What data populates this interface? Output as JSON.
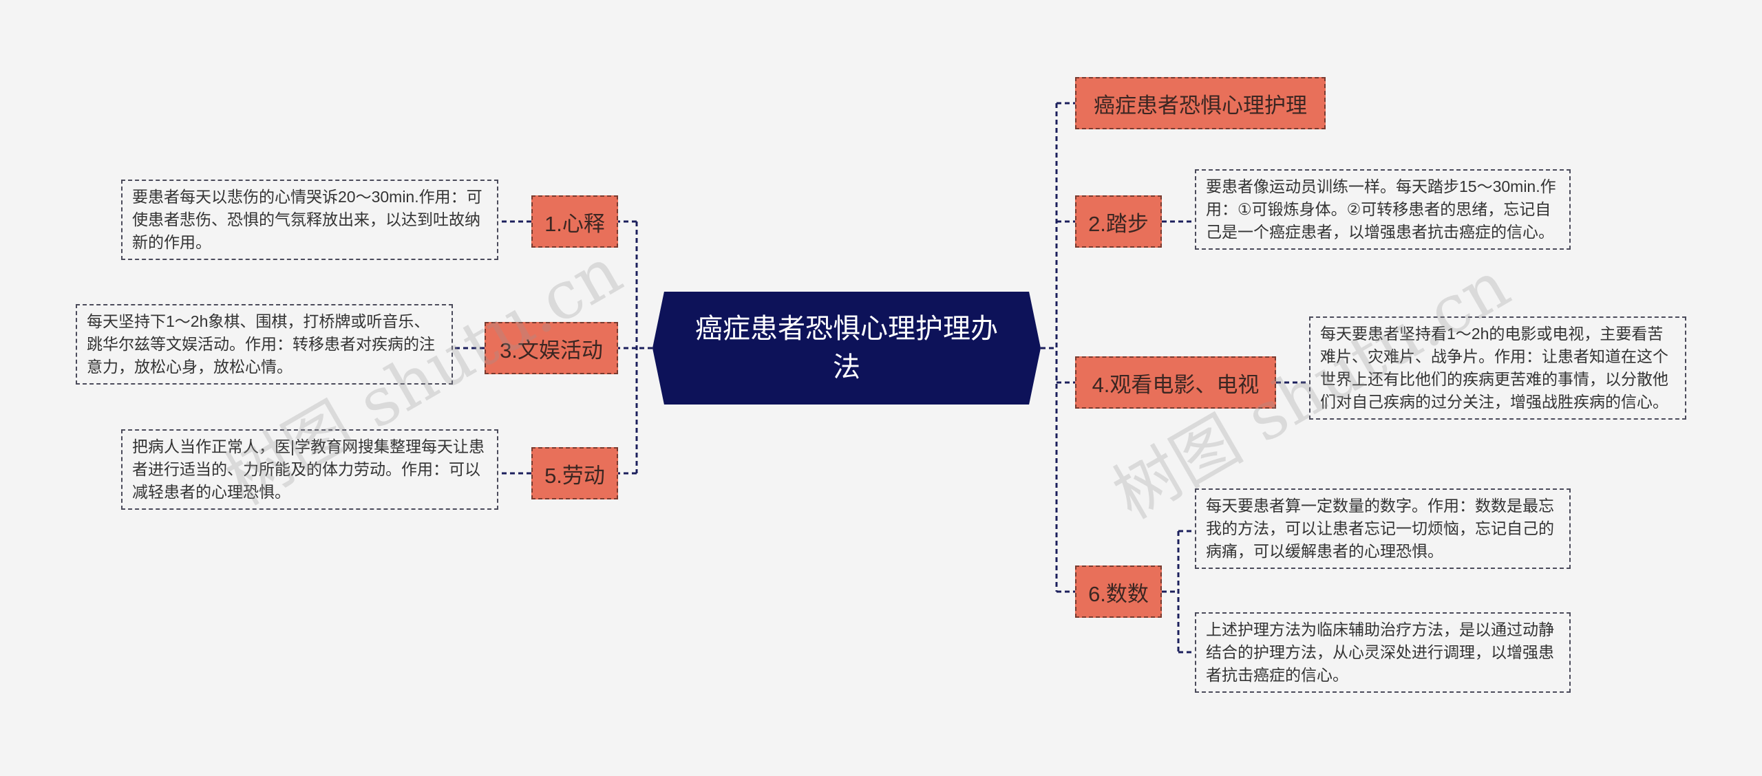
{
  "root": {
    "label": "癌症患者恐惧心理护理办法"
  },
  "left_branches": [
    {
      "label": "1.心释",
      "note": "要患者每天以悲伤的心情哭诉20～30min.作用：可使患者悲伤、恐惧的气氛释放出来，以达到吐故纳新的作用。"
    },
    {
      "label": "3.文娱活动",
      "note": "每天坚持下1～2h象棋、围棋，打桥牌或听音乐、跳华尔兹等文娱活动。作用：转移患者对疾病的注意力，放松心身，放松心情。"
    },
    {
      "label": "5.劳动",
      "note": "把病人当作正常人，医|学教育网搜集整理每天让患者进行适当的、力所能及的体力劳动。作用：可以减轻患者的心理恐惧。"
    }
  ],
  "right_branches": [
    {
      "label": "癌症患者恐惧心理护理"
    },
    {
      "label": "2.踏步",
      "note": "要患者像运动员训练一样。每天踏步15～30min.作用：①可锻炼身体。②可转移患者的思绪，忘记自己是一个癌症患者，以增强患者抗击癌症的信心。"
    },
    {
      "label": "4.观看电影、电视",
      "note": "每天要患者坚持看1～2h的电影或电视，主要看苦难片、灾难片、战争片。作用：让患者知道在这个世界上还有比他们的疾病更苦难的事情，以分散他们对自己疾病的过分关注，增强战胜疾病的信心。"
    },
    {
      "label": "6.数数",
      "notes": [
        "每天要患者算一定数量的数字。作用：数数是最忘我的方法，可以让患者忘记一切烦恼，忘记自己的病痛，可以缓解患者的心理恐惧。",
        "上述护理方法为临床辅助治疗方法，是以通过动静结合的护理方法，从心灵深处进行调理，以增强患者抗击癌症的信心。"
      ]
    }
  ],
  "watermarks": [
    "树图 shutu.cn",
    "树图 shutu.cn"
  ],
  "colors": {
    "root_bg": "#0d1259",
    "branch_bg": "#e8705a",
    "line": "#1b1f5c",
    "background": "#f4f4f4"
  }
}
